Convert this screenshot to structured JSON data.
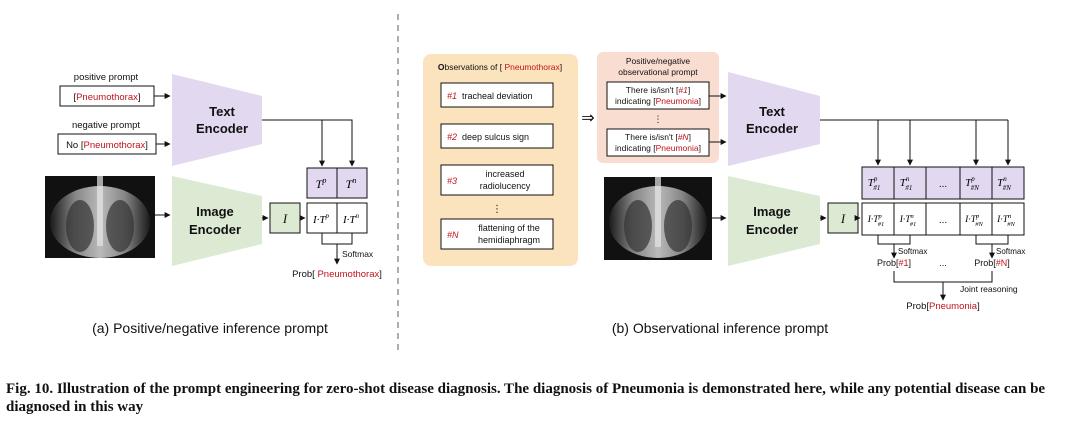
{
  "panel_a": {
    "positive_label": "positive prompt",
    "positive_box": {
      "pre": "[",
      "term": "Pneumothorax",
      "post": "]"
    },
    "negative_label": "negative prompt",
    "negative_box": {
      "pre": "No [",
      "term": "Pneumothorax",
      "post": "]"
    },
    "text_encoder": [
      "Text",
      "Encoder"
    ],
    "image_encoder": [
      "Image",
      "Encoder"
    ],
    "feature_i": "I",
    "tp": "T",
    "tp_sup": "p",
    "tn": "T",
    "tn_sup": "n",
    "itp": "I·T",
    "itp_sup": "p",
    "itn": "I·T",
    "itn_sup": "n",
    "softmax": "Softmax",
    "prob": {
      "pre": "Prob[ ",
      "term": "Pneumothorax",
      "post": "]"
    },
    "caption": "(a) Positive/negative inference prompt"
  },
  "panel_b": {
    "obs_title": {
      "pre_bold": "O",
      "pre": "bservations of [ ",
      "term": "Pneumothorax",
      "post": "]"
    },
    "observations": [
      {
        "id": "#1",
        "lines": [
          "tracheal deviation"
        ]
      },
      {
        "id": "#2",
        "lines": [
          "deep sulcus sign"
        ]
      },
      {
        "id": "#3",
        "lines": [
          "increased",
          "radiolucency"
        ]
      },
      {
        "id": "#N",
        "lines": [
          "flattening of the",
          "hemidiaphragm"
        ]
      }
    ],
    "vdots": "⋮",
    "implies": "⇒",
    "prompt_title": [
      "Positive/negative",
      "observational prompt"
    ],
    "prompt1": {
      "l1_pre": "There is/isn't [",
      "l1_id": "#1",
      "l1_post": "]",
      "l2_pre": "indicating [",
      "l2_term": "Pneumonia",
      "l2_post": "]"
    },
    "prompt2": {
      "l1_pre": "There is/isn't [",
      "l1_id": "#N",
      "l1_post": "]",
      "l2_pre": "indicating [",
      "l2_term": "Pneumonia",
      "l2_post": "]"
    },
    "text_encoder": [
      "Text",
      "Encoder"
    ],
    "image_encoder": [
      "Image",
      "Encoder"
    ],
    "feature_i": "I",
    "t_cells": [
      {
        "base": "T",
        "sup": "p",
        "sub": "#1"
      },
      {
        "base": "T",
        "sup": "n",
        "sub": "#1"
      },
      {
        "base": "...",
        "sup": "",
        "sub": ""
      },
      {
        "base": "T",
        "sup": "p",
        "sub": "#N"
      },
      {
        "base": "T",
        "sup": "n",
        "sub": "#N"
      }
    ],
    "it_cells": [
      {
        "base": "I·T",
        "sup": "p",
        "sub": "#1"
      },
      {
        "base": "I·T",
        "sup": "n",
        "sub": "#1"
      },
      {
        "base": "...",
        "sup": "",
        "sub": ""
      },
      {
        "base": "I·T",
        "sup": "p",
        "sub": "#N"
      },
      {
        "base": "I·T",
        "sup": "n",
        "sub": "#N"
      }
    ],
    "softmax": "Softmax",
    "prob1": {
      "pre": "Prob[",
      "term": "#1",
      "post": "]"
    },
    "prob_dots": "...",
    "probN": {
      "pre": "Prob[",
      "term": "#N",
      "post": "]"
    },
    "joint": "Joint reasoning",
    "prob_final": {
      "pre": "Prob[",
      "term": "Pneumonia",
      "post": "]"
    },
    "caption": "(b) Observational inference prompt"
  },
  "figure_caption": "Fig. 10. Illustration of the prompt engineering for zero-shot disease diagnosis.  The diagnosis of Pneumonia is demonstrated here, while any potential disease can be diagnosed in this way",
  "colors": {
    "term_red": "#c0141c",
    "purple": "#e2d8ef",
    "green": "#dcead4",
    "orange_panel": "#fbe3bd",
    "salmon_panel": "#f9ddd0"
  }
}
